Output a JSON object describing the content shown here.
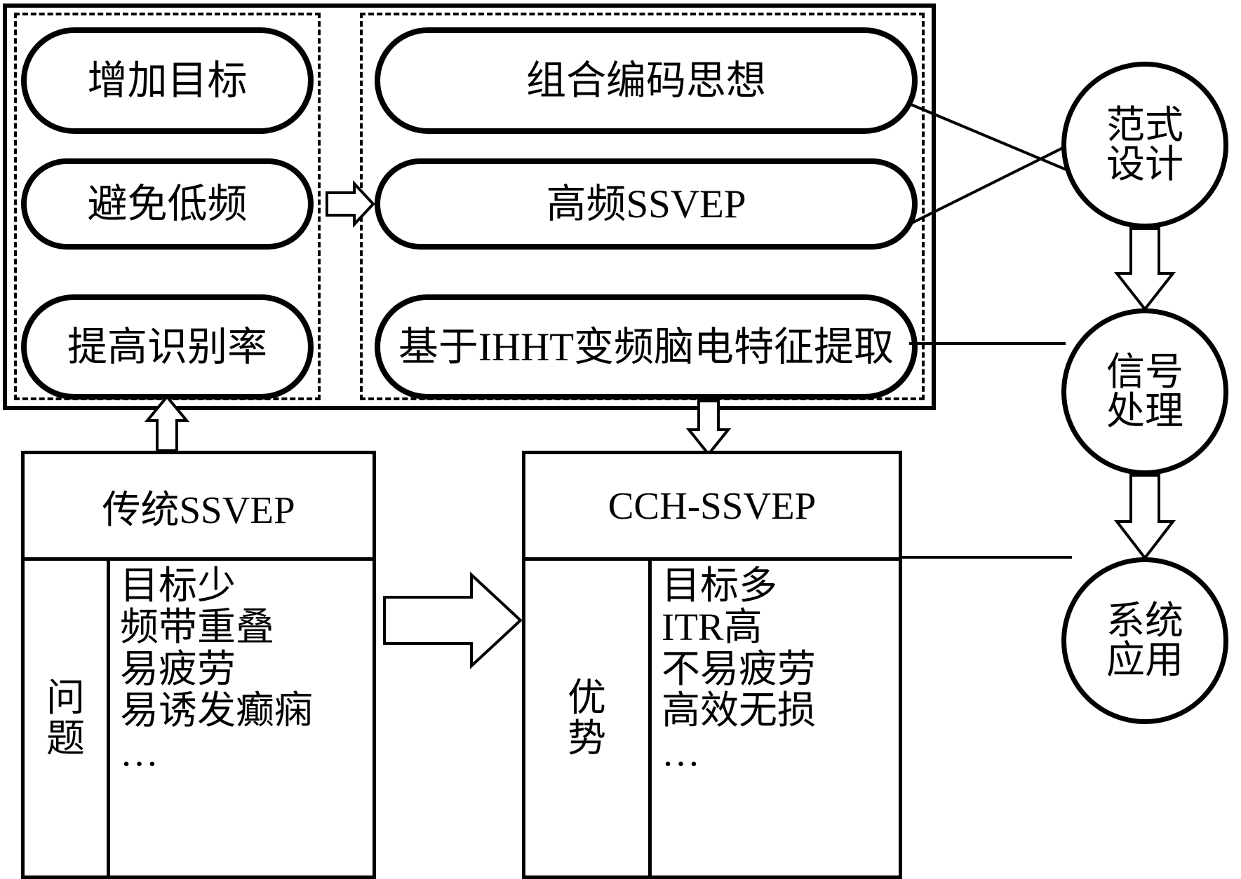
{
  "diagram": {
    "title_hidden": "",
    "colors": {
      "stroke": "#000000",
      "fill": "#ffffff"
    },
    "top_frame": {
      "left_panel": {
        "name": "requirements-panel",
        "items": [
          {
            "label": "增加目标"
          },
          {
            "label": "避免低频"
          },
          {
            "label": "提高识别率"
          }
        ]
      },
      "right_panel": {
        "name": "methods-panel",
        "items": [
          {
            "label": "组合编码思想"
          },
          {
            "label": "高频SSVEP"
          },
          {
            "label": "基于IHHT变频脑电特征提取"
          }
        ]
      }
    },
    "stages": [
      {
        "id": "paradigm-design",
        "line1": "范式",
        "line2": "设计"
      },
      {
        "id": "signal-processing",
        "line1": "信号",
        "line2": "处理"
      },
      {
        "id": "system-application",
        "line1": "系统",
        "line2": "应用"
      }
    ],
    "compare": {
      "traditional": {
        "title": "传统SSVEP",
        "label": [
          "问",
          "题"
        ],
        "items": [
          "目标少",
          "频带重叠",
          "易疲劳",
          "易诱发癫痫",
          "…"
        ]
      },
      "proposed": {
        "title": "CCH-SSVEP",
        "label": [
          "优",
          "势"
        ],
        "items": [
          "目标多",
          "ITR高",
          "不易疲劳",
          "高效无损",
          "…"
        ]
      }
    }
  }
}
